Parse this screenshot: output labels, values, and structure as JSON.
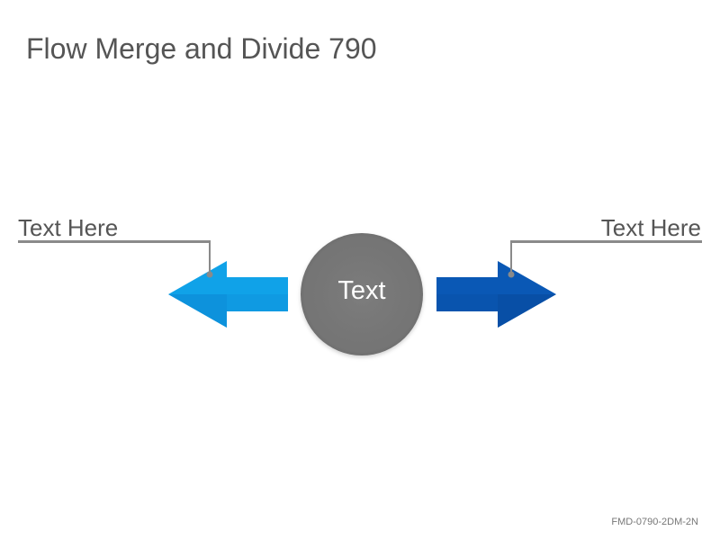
{
  "title": "Flow Merge and Divide 790",
  "center_node": {
    "label": "Text",
    "color": "#767676"
  },
  "left_callout": {
    "label": "Text Here",
    "arrow_color": "#10a2e8"
  },
  "right_callout": {
    "label": "Text Here",
    "arrow_color": "#0a58b5"
  },
  "callout_line_color": "#8a8a8a",
  "footer_code": "FMD-0790-2DM-2N"
}
